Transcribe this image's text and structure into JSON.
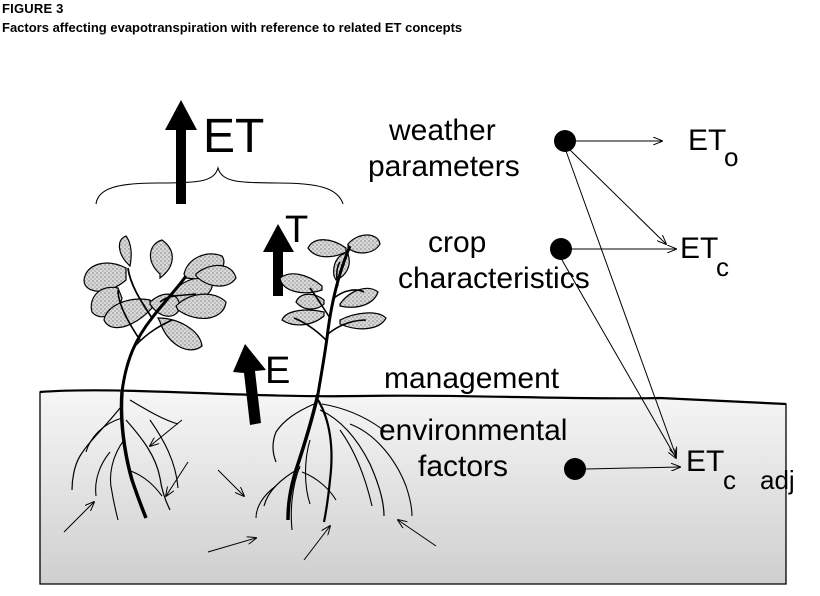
{
  "figure": {
    "label": "FIGURE 3",
    "caption": "Factors affecting evapotranspiration with reference to related ET concepts"
  },
  "diagram": {
    "arrows": {
      "et": "ET",
      "t": "T",
      "e": "E"
    },
    "factors": {
      "weather_line1": "weather",
      "weather_line2": "parameters",
      "crop_line1": "crop",
      "crop_line2": "characteristics",
      "management": "management",
      "env_line1": "environmental",
      "env_line2": "factors"
    },
    "outputs": {
      "eto_main": "ET",
      "eto_sub": "o",
      "etc_main": "ET",
      "etc_sub": "c",
      "etcadj_main": "ET",
      "etcadj_sub": "c",
      "etcadj_suffix": "adj"
    }
  },
  "colors": {
    "soil": "#e6e6e6",
    "leaf": "#d4d4d4",
    "ink": "#000000"
  }
}
